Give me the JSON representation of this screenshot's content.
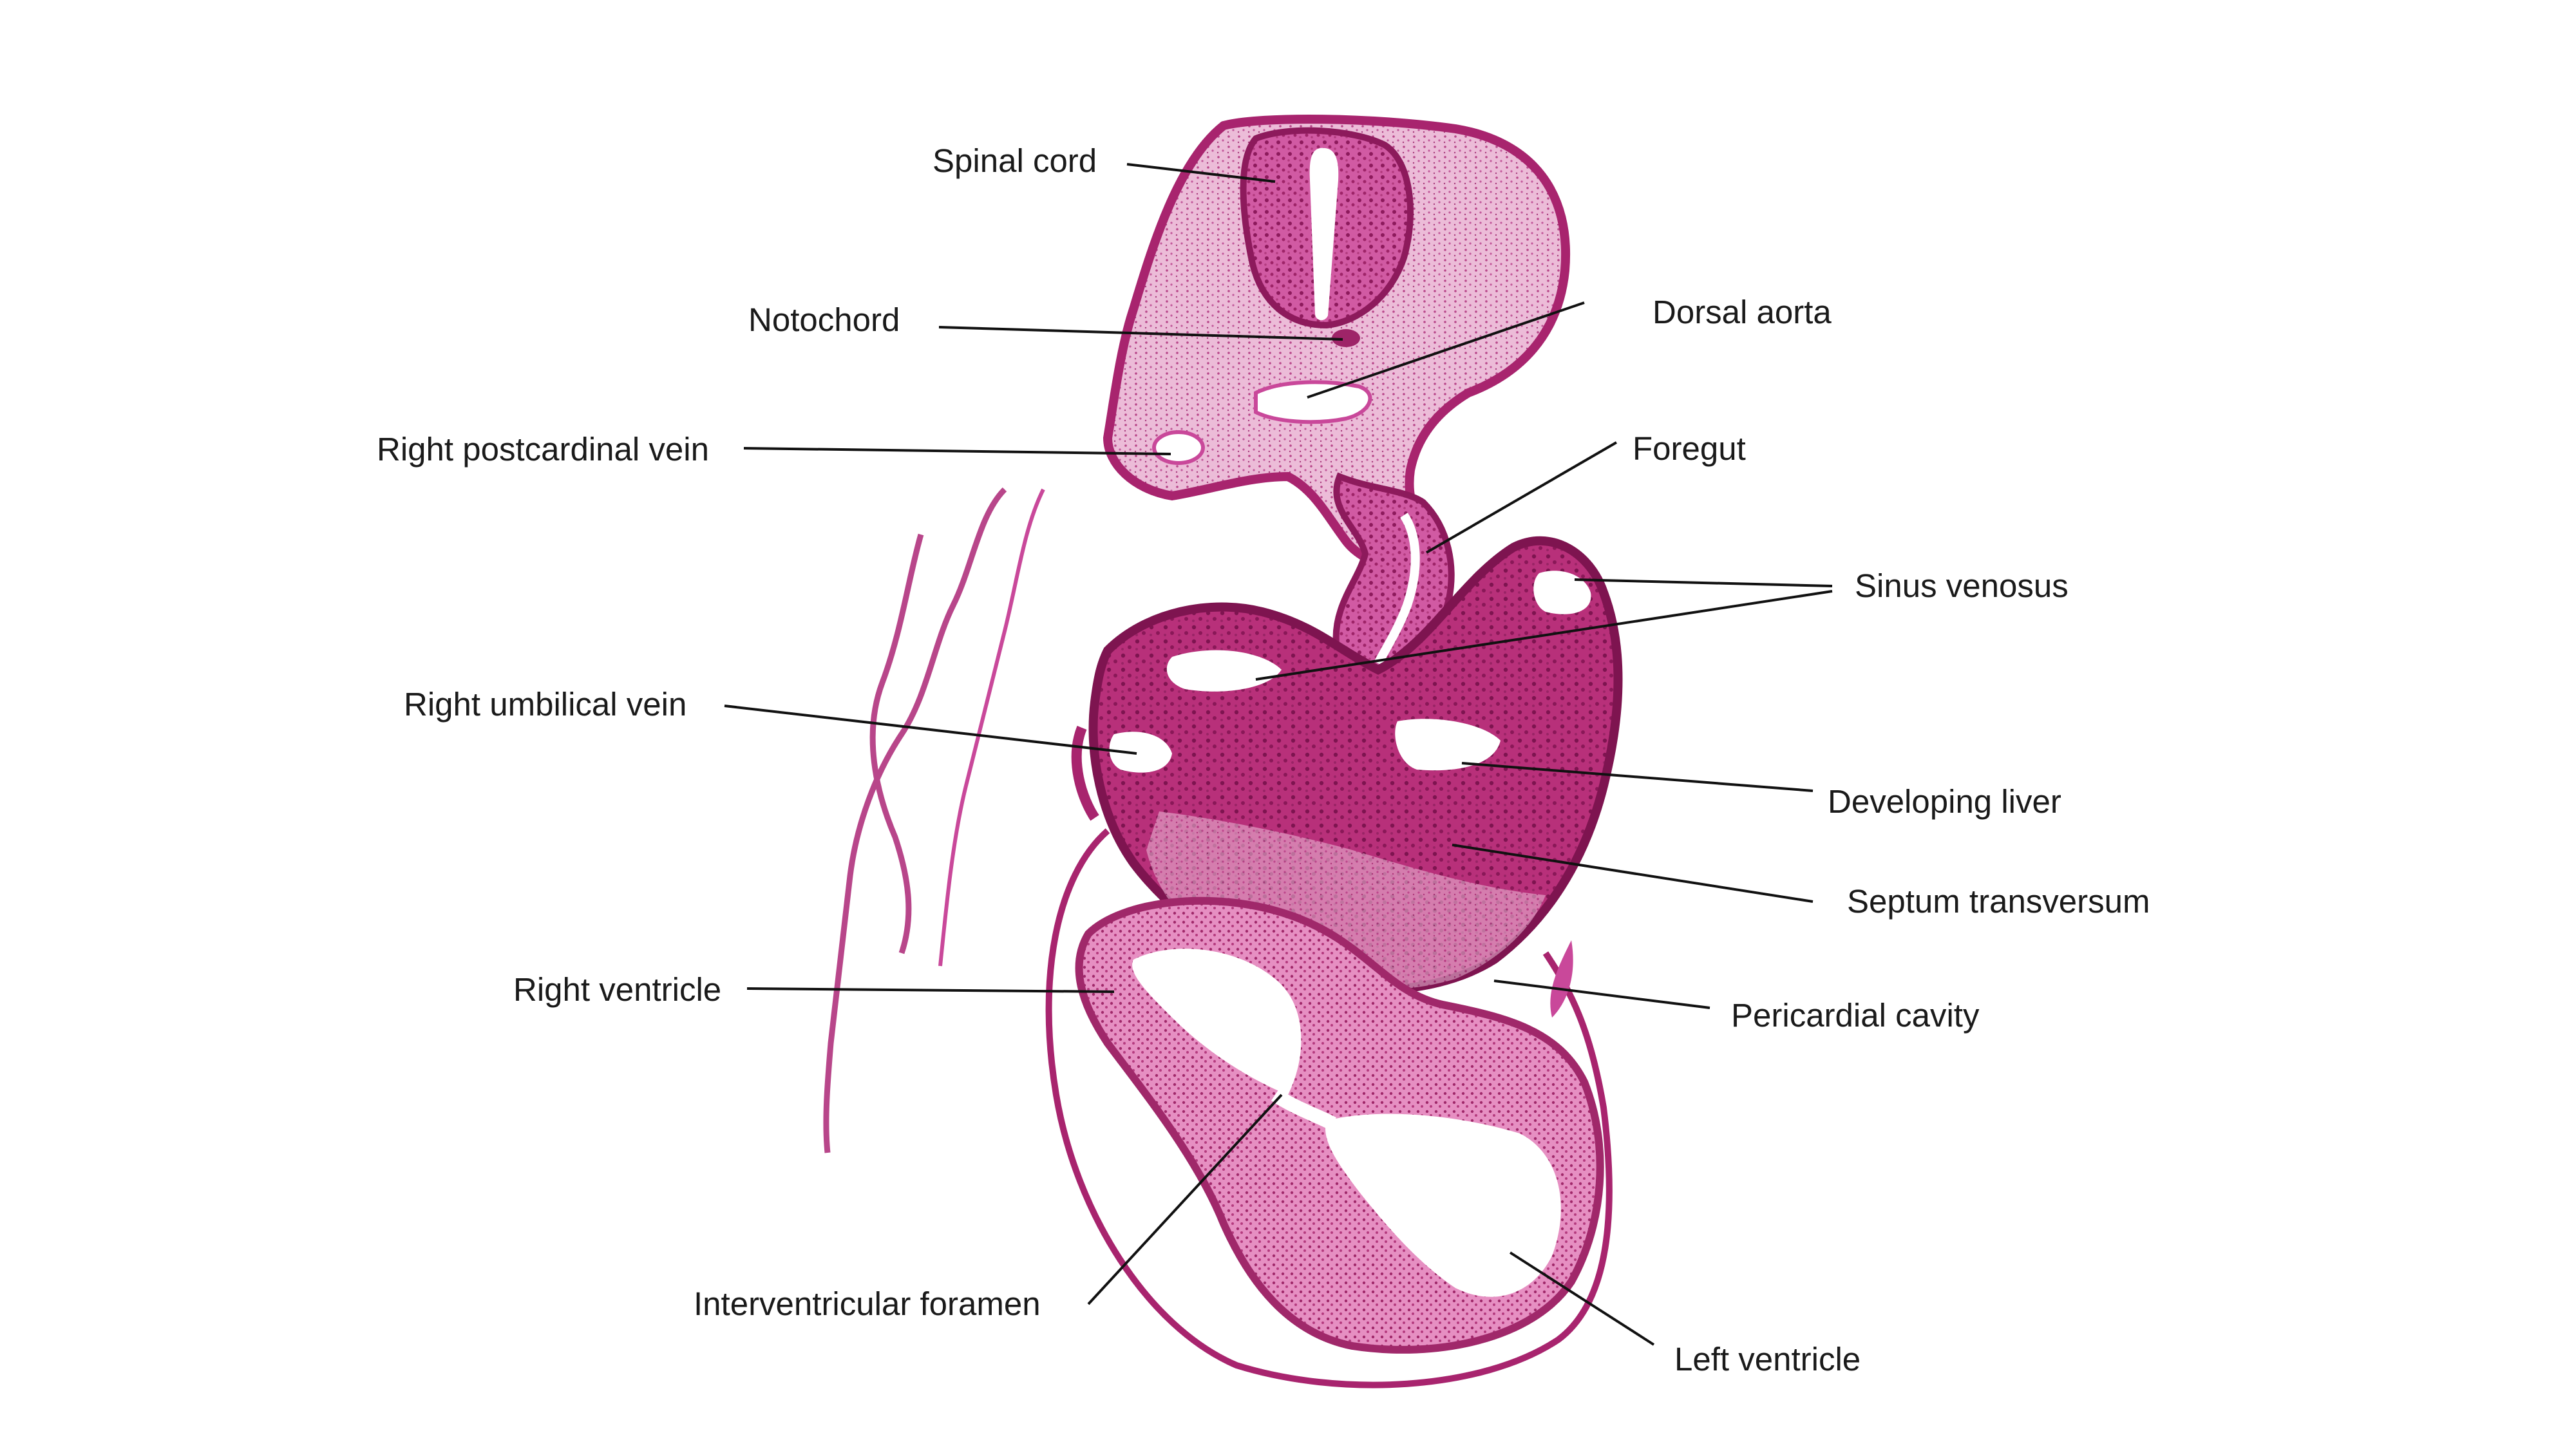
{
  "colors": {
    "background": "#ffffff",
    "tissue_dark": "#a8246e",
    "tissue_mid": "#c9489a",
    "tissue_light": "#e7a7cd",
    "lumen": "#ffffff",
    "leader_line": "#111111",
    "label_text": "#1a1a1a"
  },
  "labels": {
    "spinal_cord": "Spinal cord",
    "notochord": "Notochord",
    "dorsal_aorta": "Dorsal aorta",
    "right_postcardinal_vein": "Right postcardinal vein",
    "foregut": "Foregut",
    "sinus_venosus": "Sinus venosus",
    "right_umbilical_vein": "Right umbilical vein",
    "developing_liver": "Developing liver",
    "septum_transversum": "Septum transversum",
    "right_ventricle": "Right ventricle",
    "pericardial_cavity": "Pericardial cavity",
    "interventricular_foramen": "Interventricular foramen",
    "left_ventricle": "Left ventricle"
  }
}
